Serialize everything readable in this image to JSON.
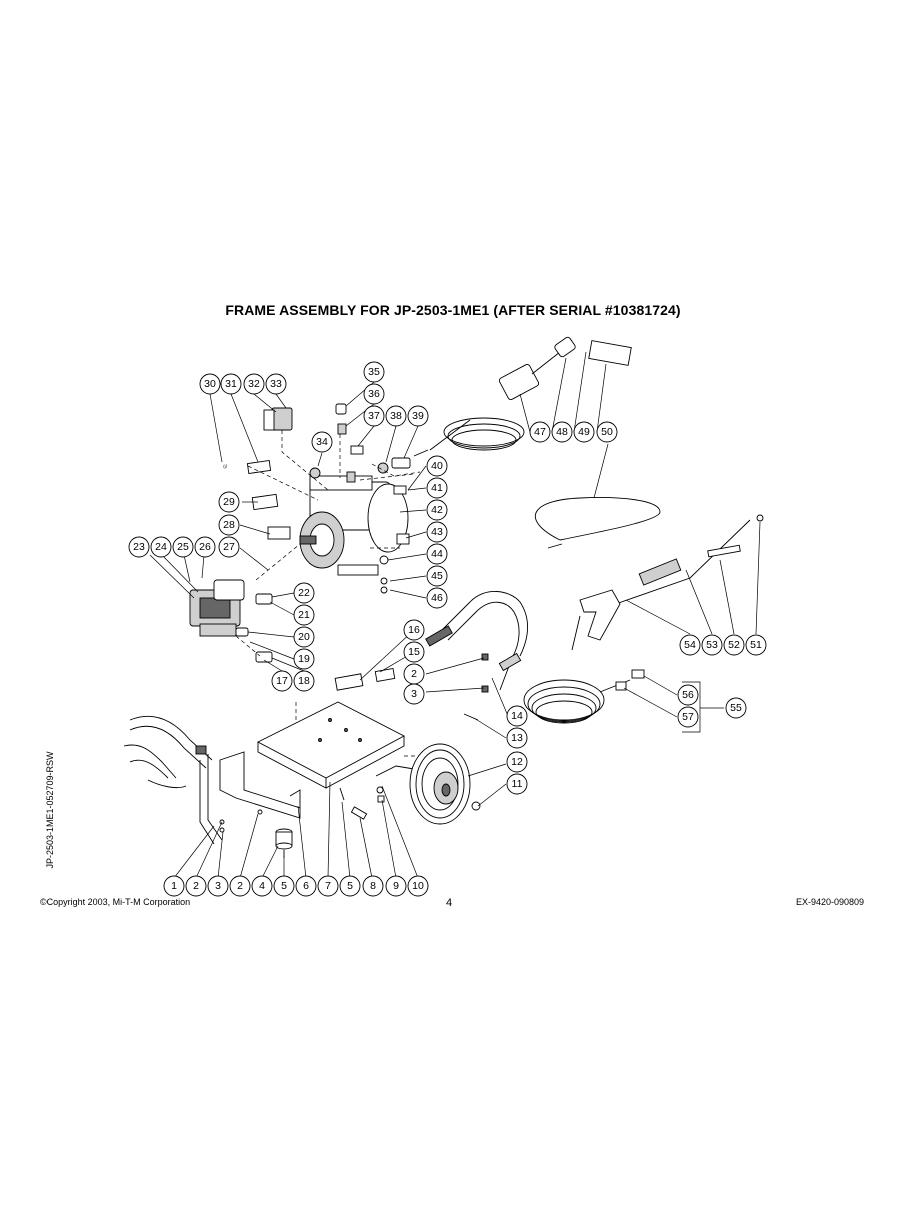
{
  "header": {
    "title": "FRAME ASSEMBLY FOR JP-2503-1ME1 (AFTER SERIAL #10381724)"
  },
  "footer": {
    "copyright": "©Copyright 2003, Mi-T-M Corporation",
    "page_number": "4",
    "doc_code": "EX-9420-090809",
    "side_code": "JP-2503-1ME1-052709-RSW"
  },
  "callouts": {
    "c1": "1",
    "c2": "2",
    "c3": "3",
    "c4": "4",
    "c5": "5",
    "c6": "6",
    "c7": "7",
    "c8": "8",
    "c9": "9",
    "c10": "10",
    "c11": "11",
    "c12": "12",
    "c13": "13",
    "c14": "14",
    "c15": "15",
    "c16": "16",
    "c17": "17",
    "c18": "18",
    "c19": "19",
    "c20": "20",
    "c21": "21",
    "c22": "22",
    "c23": "23",
    "c24": "24",
    "c25": "25",
    "c26": "26",
    "c27": "27",
    "c28": "28",
    "c29": "29",
    "c30": "30",
    "c31": "31",
    "c32": "32",
    "c33": "33",
    "c34": "34",
    "c35": "35",
    "c36": "36",
    "c37": "37",
    "c38": "38",
    "c39": "39",
    "c40": "40",
    "c41": "41",
    "c42": "42",
    "c43": "43",
    "c44": "44",
    "c45": "45",
    "c46": "46",
    "c47": "47",
    "c48": "48",
    "c49": "49",
    "c50": "50",
    "c51": "51",
    "c52": "52",
    "c53": "53",
    "c54": "54",
    "c55": "55",
    "c56": "56",
    "c57": "57"
  }
}
